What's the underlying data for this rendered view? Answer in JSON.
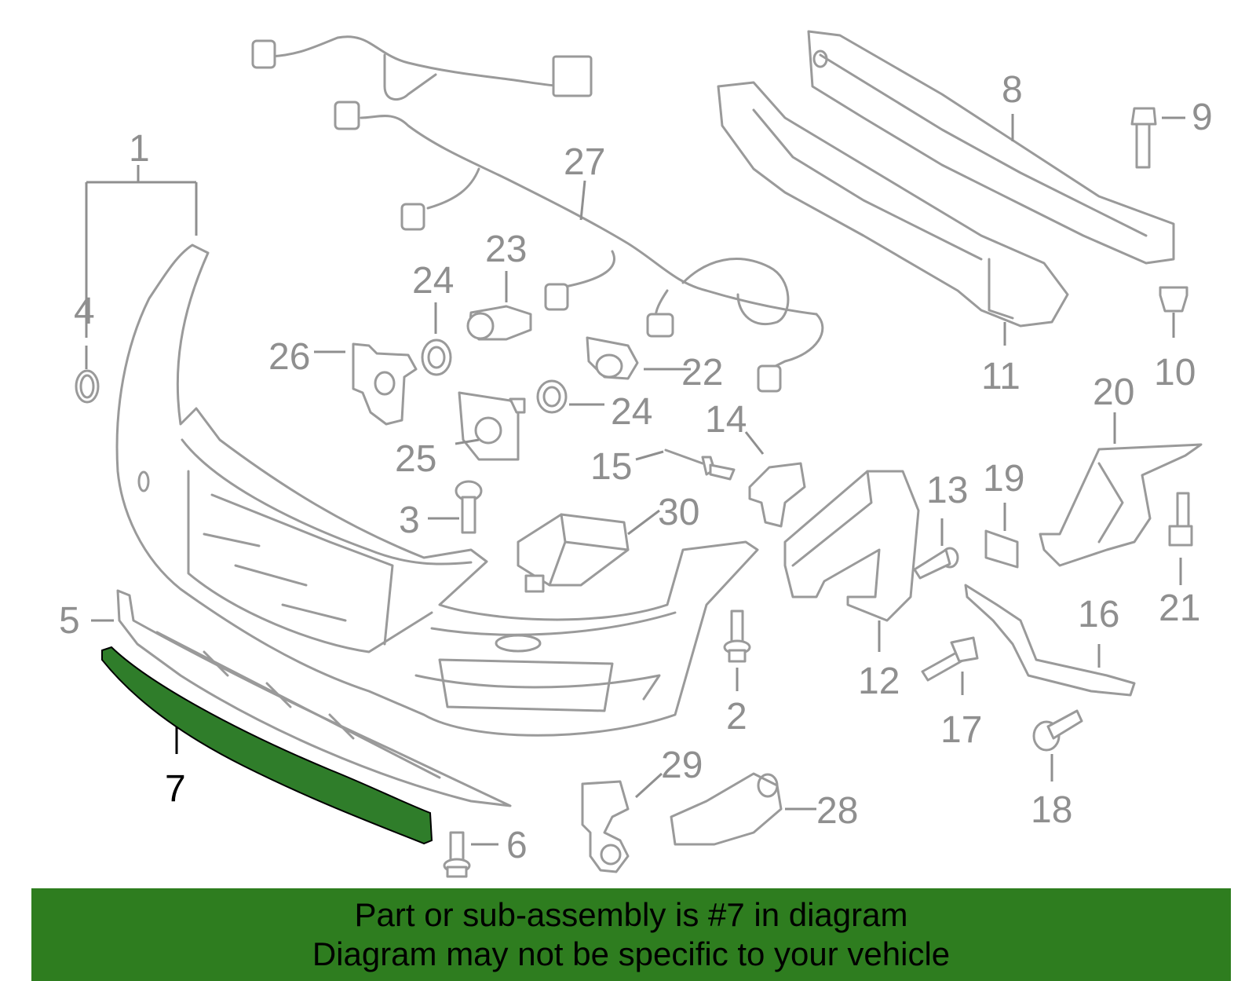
{
  "highlight_color": "#2e7d1f",
  "highlighted_part": "7",
  "callouts": {
    "p1": "1",
    "p2": "2",
    "p3": "3",
    "p4": "4",
    "p5": "5",
    "p6": "6",
    "p7": "7",
    "p8": "8",
    "p9": "9",
    "p10": "10",
    "p11": "11",
    "p12": "12",
    "p13": "13",
    "p14": "14",
    "p15": "15",
    "p16": "16",
    "p17": "17",
    "p18": "18",
    "p19": "19",
    "p20": "20",
    "p21": "21",
    "p22": "22",
    "p23": "23",
    "p24a": "24",
    "p24b": "24",
    "p25": "25",
    "p26": "26",
    "p27": "27",
    "p28": "28",
    "p29": "29",
    "p30": "30"
  },
  "banner": {
    "line1": "Part or sub-assembly is #7 in diagram",
    "line2": "Diagram may not be specific to your vehicle"
  }
}
